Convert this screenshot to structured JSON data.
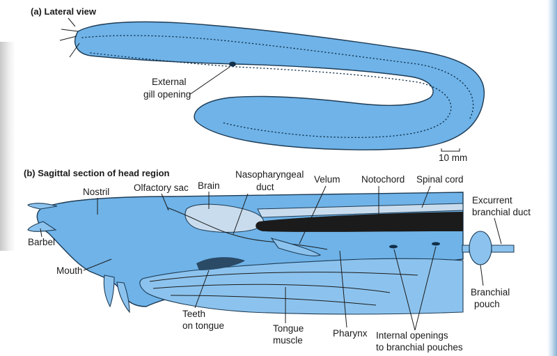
{
  "panel_a": {
    "title": "(a) Lateral view",
    "labels": {
      "external_gill_opening": [
        "External",
        "gill opening"
      ]
    },
    "scale_bar": "10 mm"
  },
  "panel_b": {
    "title": "(b) Sagittal section of head region",
    "labels": {
      "nostril": "Nostril",
      "olfactory_sac": "Olfactory sac",
      "brain": "Brain",
      "nasopharyngeal_duct": [
        "Nasopharyngeal",
        "duct"
      ],
      "velum": "Velum",
      "notochord": "Notochord",
      "spinal_cord": "Spinal cord",
      "excurrent_branchial_duct": [
        "Excurrent",
        "branchial duct"
      ],
      "barbel": "Barbel",
      "mouth": "Mouth",
      "teeth_on_tongue": [
        "Teeth",
        "on tongue"
      ],
      "tongue_muscle": [
        "Tongue",
        "muscle"
      ],
      "pharynx": "Pharynx",
      "internal_openings": [
        "Internal openings",
        "to branchial pouches"
      ],
      "branchial_pouch": [
        "Branchial",
        "pouch"
      ]
    }
  },
  "colors": {
    "body": "#6fb3e8",
    "outline": "#1d3b55",
    "notochord": "#1b1b1b",
    "brain": "#c9dced"
  }
}
